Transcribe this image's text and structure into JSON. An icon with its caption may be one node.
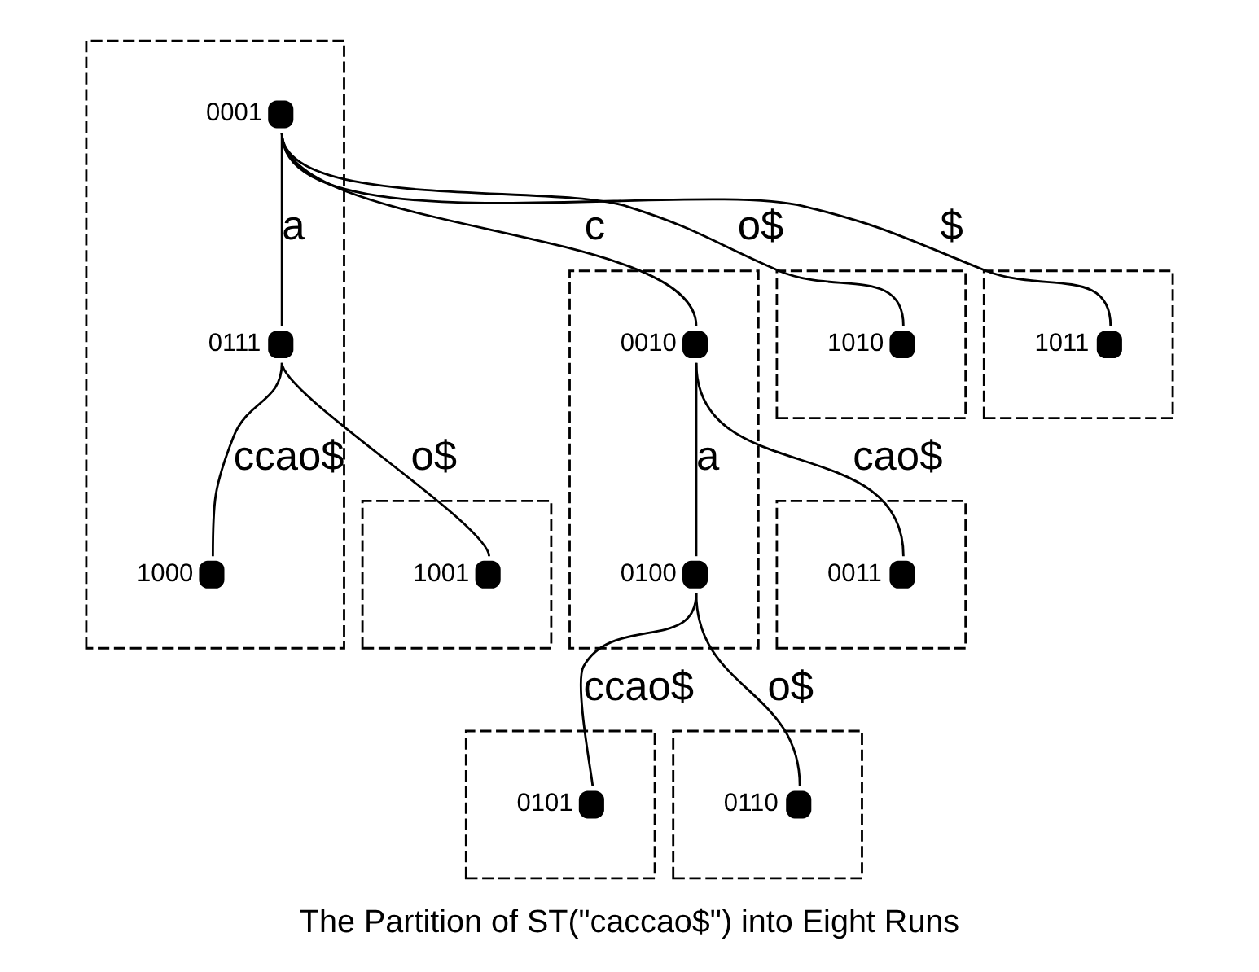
{
  "diagram": {
    "caption": "The Partition of ST(\"caccao$\") into Eight Runs",
    "nodes": [
      {
        "text": [],
        "shape": "box"
      },
      {
        "text": [],
        "shape": "circle",
        "beside": [
          "0001"
        ],
        "in": 0
      },
      {
        "text": [],
        "shape": "box"
      },
      {
        "text": [],
        "shape": "circle",
        "beside": [
          "0010"
        ],
        "in": 2
      },
      {
        "text": [],
        "shape": "circle",
        "beside": [
          "0111"
        ],
        "in": 0
      },
      {
        "text": [],
        "shape": "box"
      },
      {
        "text": [],
        "shape": "circle",
        "beside": [
          "1010"
        ],
        "in": 5
      },
      {
        "text": [],
        "shape": "box"
      },
      {
        "text": [],
        "shape": "circle",
        "beside": [
          "1011"
        ],
        "in": 7
      },
      {
        "text": [],
        "shape": "box"
      },
      {
        "text": [],
        "shape": "circle",
        "beside": [
          "0011"
        ],
        "in": 9
      },
      {
        "text": [],
        "shape": "circle",
        "beside": [
          "0100"
        ],
        "in": 2
      },
      {
        "text": [],
        "shape": "circle",
        "beside": [
          "1000"
        ],
        "in": 0
      },
      {
        "text": [],
        "shape": "box"
      },
      {
        "text": [],
        "shape": "circle",
        "beside": [
          "1001"
        ],
        "in": 13
      },
      {
        "text": [],
        "shape": "box"
      },
      {
        "text": [],
        "shape": "circle",
        "beside": [
          "0101"
        ],
        "in": 15
      },
      {
        "text": [],
        "shape": "box"
      },
      {
        "text": [],
        "shape": "circle",
        "beside": [
          "0110"
        ],
        "in": 17
      }
    ],
    "edges": [
      {
        "from": 1,
        "to": 3,
        "arrow": "none",
        "label": "c"
      },
      {
        "from": 1,
        "to": 4,
        "arrow": "none",
        "label": "a"
      },
      {
        "from": 1,
        "to": 6,
        "arrow": "none",
        "label": "o$"
      },
      {
        "from": 1,
        "to": 8,
        "arrow": "none",
        "label": "$"
      },
      {
        "from": 3,
        "to": 10,
        "arrow": "none",
        "label": "cao$"
      },
      {
        "from": 3,
        "to": 11,
        "arrow": "none",
        "label": "a"
      },
      {
        "from": 11,
        "to": 16,
        "arrow": "none",
        "label": "ccao$"
      },
      {
        "from": 11,
        "to": 18,
        "arrow": "none",
        "label": "o$"
      },
      {
        "from": 4,
        "to": 12,
        "arrow": "none",
        "label": "ccao$"
      },
      {
        "from": 4,
        "to": 14,
        "arrow": "none",
        "label": "o$"
      }
    ]
  }
}
